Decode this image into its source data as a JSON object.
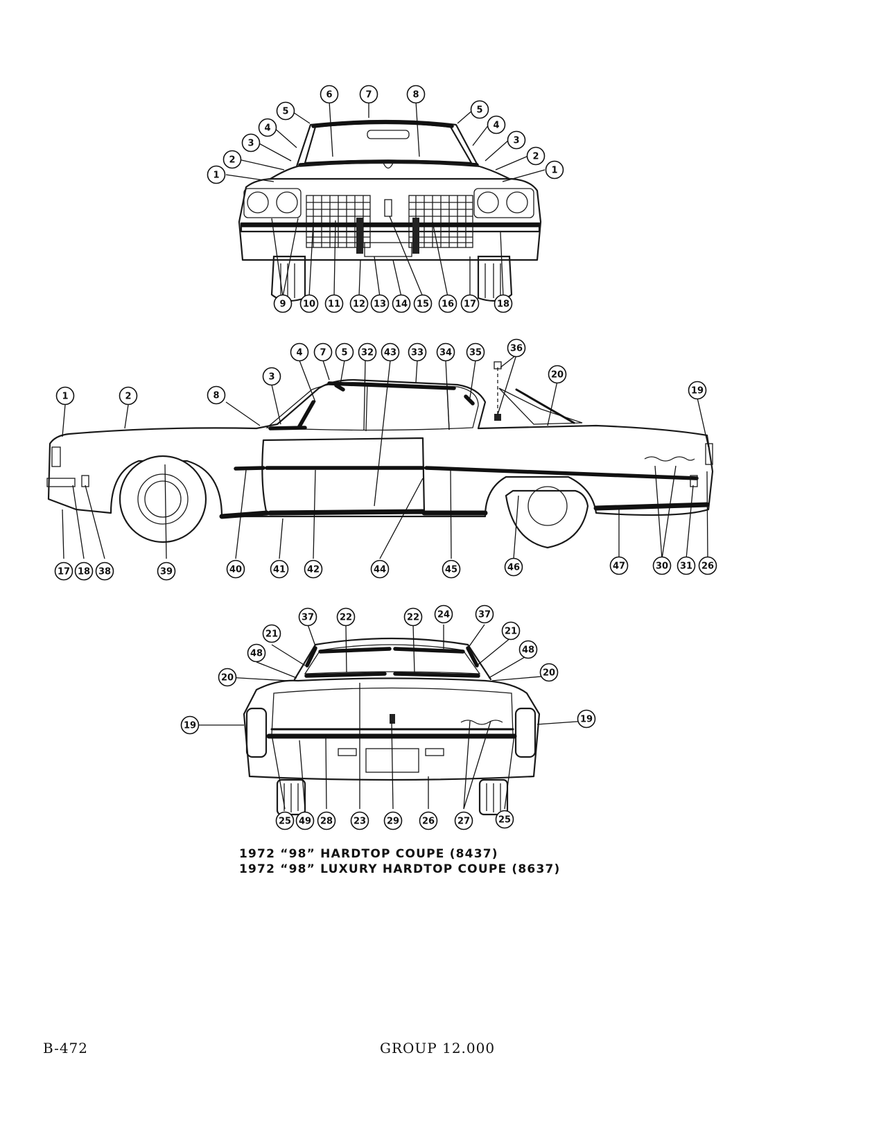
{
  "captions": {
    "line1": "1972 “98” HARDTOP COUPE (8437)",
    "line2": "1972 “98” LUXURY HARDTOP COUPE (8637)"
  },
  "footer": {
    "page_number": "B-472",
    "group": "GROUP 12.000"
  },
  "front_view": {
    "callouts": [
      "1",
      "2",
      "3",
      "4",
      "5",
      "6",
      "7",
      "8",
      "5",
      "4",
      "3",
      "2",
      "1",
      "9",
      "10",
      "11",
      "12",
      "13",
      "14",
      "15",
      "16",
      "17",
      "18"
    ]
  },
  "side_view": {
    "callouts": [
      "1",
      "2",
      "8",
      "3",
      "4",
      "7",
      "5",
      "32",
      "43",
      "33",
      "34",
      "35",
      "36",
      "20",
      "19",
      "17",
      "18",
      "38",
      "39",
      "40",
      "41",
      "42",
      "44",
      "45",
      "46",
      "47",
      "30",
      "31",
      "26"
    ]
  },
  "rear_view": {
    "callouts": [
      "37",
      "22",
      "22",
      "24",
      "37",
      "21",
      "21",
      "48",
      "48",
      "20",
      "20",
      "19",
      "19",
      "25",
      "49",
      "28",
      "23",
      "29",
      "26",
      "27",
      "25"
    ]
  }
}
